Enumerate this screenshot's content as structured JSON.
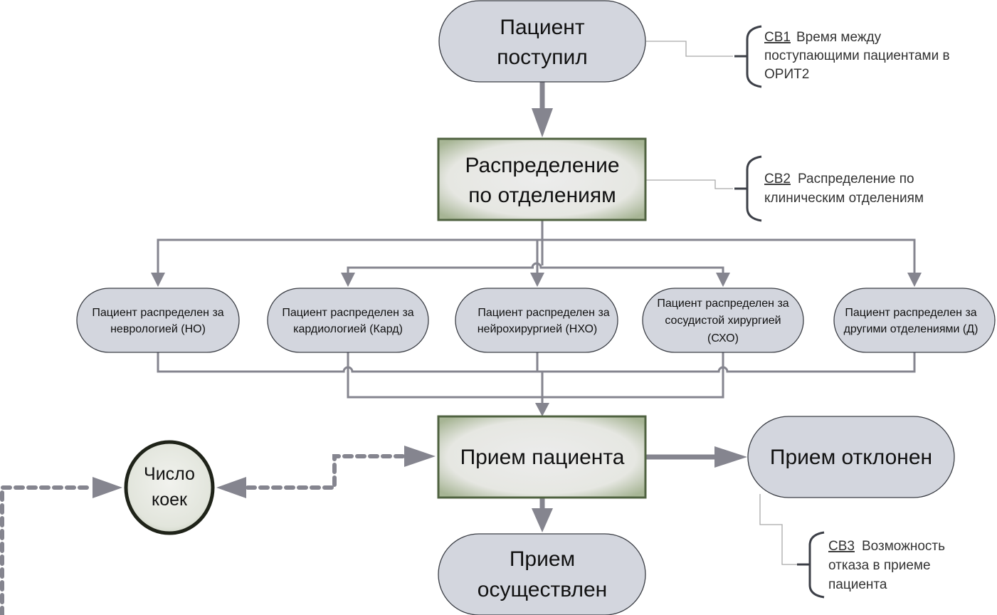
{
  "colors": {
    "terminal_fill": "#d3d6de",
    "terminal_stroke": "#3a3d44",
    "process_fill": "#e9eae6",
    "process_border": "#4f6240",
    "process_glow": "#aab79a",
    "connector": "#85858f",
    "note_line": "#a9a9a9",
    "bracket": "#3c3f47",
    "circle_fill": "#e6e8e2",
    "circle_stroke": "#1f2319"
  },
  "nodes": {
    "patient_arrived": {
      "lines": [
        "Пациент",
        "поступил"
      ]
    },
    "distribution": {
      "lines": [
        "Распределение",
        "по отделениям"
      ]
    },
    "departments": [
      {
        "lines": [
          "Пациент распределен за",
          "неврологией (НО)"
        ]
      },
      {
        "lines": [
          "Пациент распределен за",
          "кардиологией (Кард)"
        ]
      },
      {
        "lines": [
          "Пациент распределен за",
          "нейрохирургией (НХО)"
        ]
      },
      {
        "lines": [
          "Пациент распределен за",
          "сосудистой хирургией",
          "(СХО)"
        ]
      },
      {
        "lines": [
          "Пациент распределен за",
          "другими отделениями (Д)"
        ]
      }
    ],
    "admission": {
      "lines": [
        "Прием пациента"
      ]
    },
    "rejected": {
      "lines": [
        "Прием отклонен"
      ]
    },
    "accepted": {
      "lines": [
        "Прием",
        "осуществлен"
      ]
    },
    "beds": {
      "lines": [
        "Число",
        "коек"
      ]
    }
  },
  "notes": [
    {
      "code": "СВ1",
      "lines": [
        "Время между",
        "поступающими пациентами в",
        "ОРИТ2"
      ]
    },
    {
      "code": "СВ2",
      "lines": [
        "Распределение по",
        "клиническим отделениям"
      ]
    },
    {
      "code": "СВ3",
      "lines": [
        "Возможность",
        "отказа в приеме",
        "пациента"
      ]
    }
  ]
}
